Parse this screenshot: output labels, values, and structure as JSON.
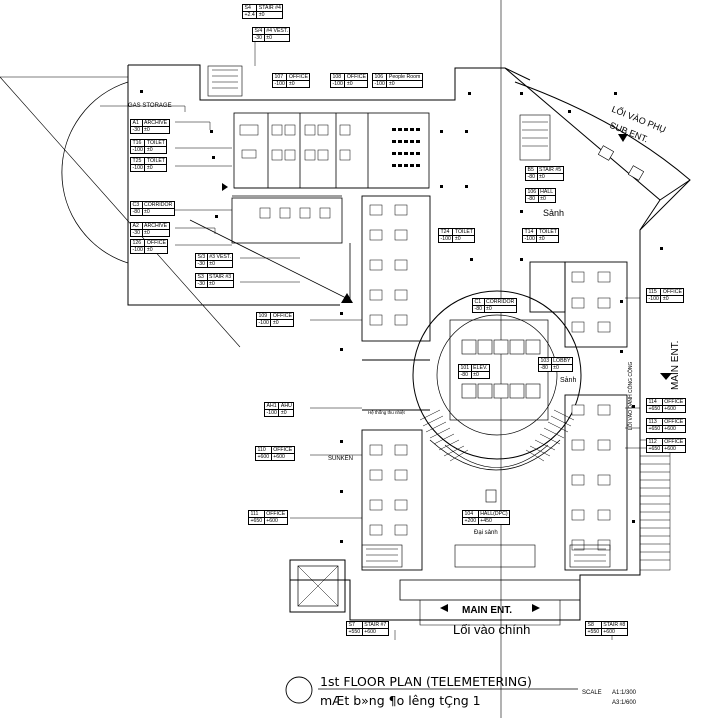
{
  "colors": {
    "ink": "#000000",
    "paper": "#ffffff"
  },
  "tags": [
    {
      "id": "S4",
      "name": "STAIR #4",
      "level": "+2.4",
      "dim": "±0"
    },
    {
      "id": "S/4",
      "name": "#4 VEST.",
      "level": "-30",
      "dim": "±0"
    },
    {
      "id": "107",
      "name": "OFFICE",
      "level": "-100",
      "dim": "±0"
    },
    {
      "id": "108",
      "name": "OFFICE",
      "level": "-100",
      "dim": "±0"
    },
    {
      "id": "106",
      "name": "People Room",
      "level": "-100",
      "dim": "±0"
    },
    {
      "id": "A1",
      "name": "ARCHIVE",
      "level": "-30",
      "dim": "±0"
    },
    {
      "id": "T16",
      "name": "TOILET",
      "level": "-100",
      "dim": "±0"
    },
    {
      "id": "T25",
      "name": "TOILET",
      "level": "-100",
      "dim": "±0"
    },
    {
      "id": "C3",
      "name": "CORRIDOR",
      "level": "-80",
      "dim": "±0"
    },
    {
      "id": "A2",
      "name": "ARCHIVE",
      "level": "-30",
      "dim": "±0"
    },
    {
      "id": "126",
      "name": "OFFICE",
      "level": "-100",
      "dim": "±0"
    },
    {
      "id": "S/3",
      "name": "#3 VEST.",
      "level": "-30",
      "dim": "±0"
    },
    {
      "id": "S3",
      "name": "STAIR #3",
      "level": "-30",
      "dim": "±0"
    },
    {
      "id": "109",
      "name": "OFFICE",
      "level": "-100",
      "dim": "±0"
    },
    {
      "id": "AH1",
      "name": "AHU",
      "level": "-100",
      "dim": "±0"
    },
    {
      "id": "110",
      "name": "OFFICE",
      "level": "+600",
      "dim": "+600"
    },
    {
      "id": "111",
      "name": "OFFICE",
      "level": "+650",
      "dim": "+600"
    },
    {
      "id": "S7",
      "name": "STAIR #7",
      "level": "+550",
      "dim": "+600"
    },
    {
      "id": "104",
      "name": "HALL(DPC)",
      "level": "+200",
      "dim": "+450"
    },
    {
      "id": "101",
      "name": "ELEV.",
      "level": "-80",
      "dim": "±0"
    },
    {
      "id": "C1",
      "name": "CORRIDOR",
      "level": "-80",
      "dim": "±0"
    },
    {
      "id": "T24",
      "name": "TOILET",
      "level": "-100",
      "dim": "±0"
    },
    {
      "id": "T14",
      "name": "TOILET",
      "level": "-100",
      "dim": "±0"
    },
    {
      "id": "B5",
      "name": "STAIR #5",
      "level": "-80",
      "dim": "±0"
    },
    {
      "id": "106",
      "name": "HALL",
      "level": "-80",
      "dim": "±0"
    },
    {
      "id": "115",
      "name": "OFFICE",
      "level": "-100",
      "dim": "±0"
    },
    {
      "id": "103",
      "name": "LOBBY",
      "level": "-80",
      "dim": "±0"
    },
    {
      "id": "114",
      "name": "OFFICE",
      "level": "+650",
      "dim": "+600"
    },
    {
      "id": "113",
      "name": "OFFICE",
      "level": "+650",
      "dim": "+600"
    },
    {
      "id": "112",
      "name": "OFFICE",
      "level": "+650",
      "dim": "+600"
    },
    {
      "id": "S8",
      "name": "STAIR #8",
      "level": "+550",
      "dim": "+600"
    }
  ],
  "labels": {
    "gas_storage": "GAS STORAGE",
    "sunken": "SUNKEN",
    "sanh": "Sảnh",
    "sanh2": "Sảnh",
    "dai_sanh": "Đại sảnh",
    "main_ent_bottom": "MAIN ENT.",
    "loi_vao_chinh": "Lối vào chính",
    "main_ent_right": "MAIN ENT.",
    "loi_vao_phu": "LỐI VÀO PHỤ",
    "sub_ent": "SUB ENT.",
    "loi_vao_right": "LỐI VÀO DÀNH CÔNG CỘNG",
    "ahu_note": "Hệ thống thu nhiệt"
  },
  "title": {
    "line1": "1st  FLOOR  PLAN  (TELEMETERING)",
    "line2": "mÆt b»ng ¶o l­êng tÇng 1",
    "scale_label": "SCALE",
    "scale_a1": "A1:1/300",
    "scale_a3": "A3:1/600"
  }
}
